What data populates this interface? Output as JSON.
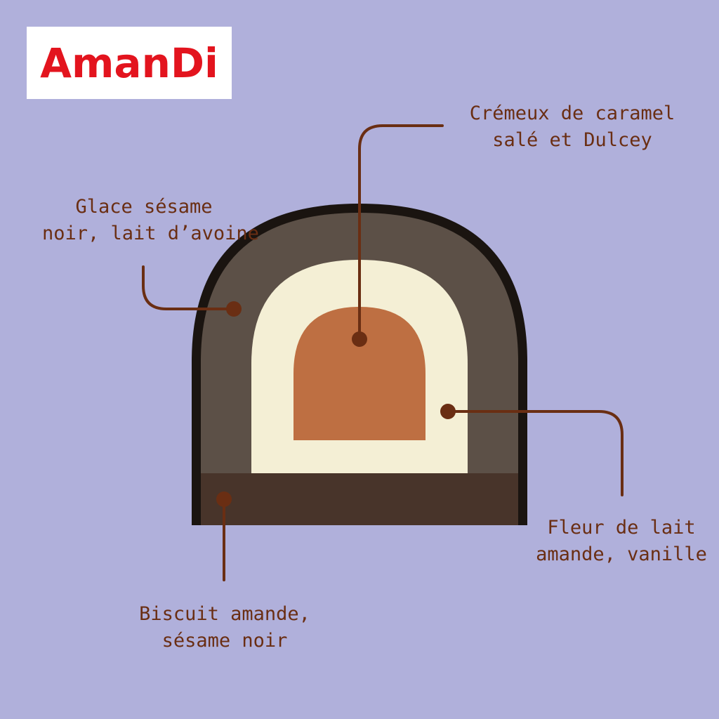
{
  "brand": {
    "name": "AmanDi",
    "color": "#e3141e"
  },
  "colors": {
    "background": "#b0b0db",
    "outline": "#1a1410",
    "glace": "#5c5047",
    "fleur": "#f4efd5",
    "cremeux": "#be6f42",
    "biscuit": "#48342a",
    "leader": "#6a2e13",
    "text": "#6a2e13"
  },
  "layers": [
    {
      "id": "glace",
      "lines": [
        "Glace sésame",
        "noir, lait d’avoine"
      ]
    },
    {
      "id": "cremeux",
      "lines": [
        "Crémeux de caramel",
        "salé et Dulcey"
      ]
    },
    {
      "id": "fleur",
      "lines": [
        "Fleur de lait",
        "amande, vanille"
      ]
    },
    {
      "id": "biscuit",
      "lines": [
        "Biscuit amande,",
        "sésame noir"
      ]
    }
  ]
}
